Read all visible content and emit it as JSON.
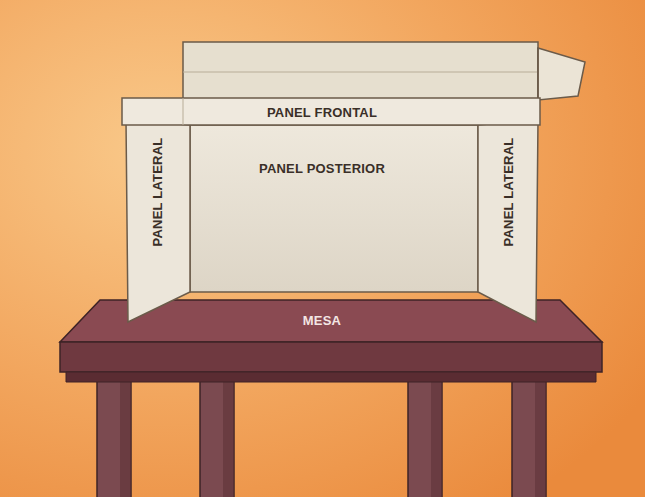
{
  "diagram": {
    "labels": [
      "PANEL FRONTAL",
      "PANEL LATERAL",
      "PANEL POSTERIOR",
      "PANEL LATERAL",
      "MESA"
    ]
  }
}
